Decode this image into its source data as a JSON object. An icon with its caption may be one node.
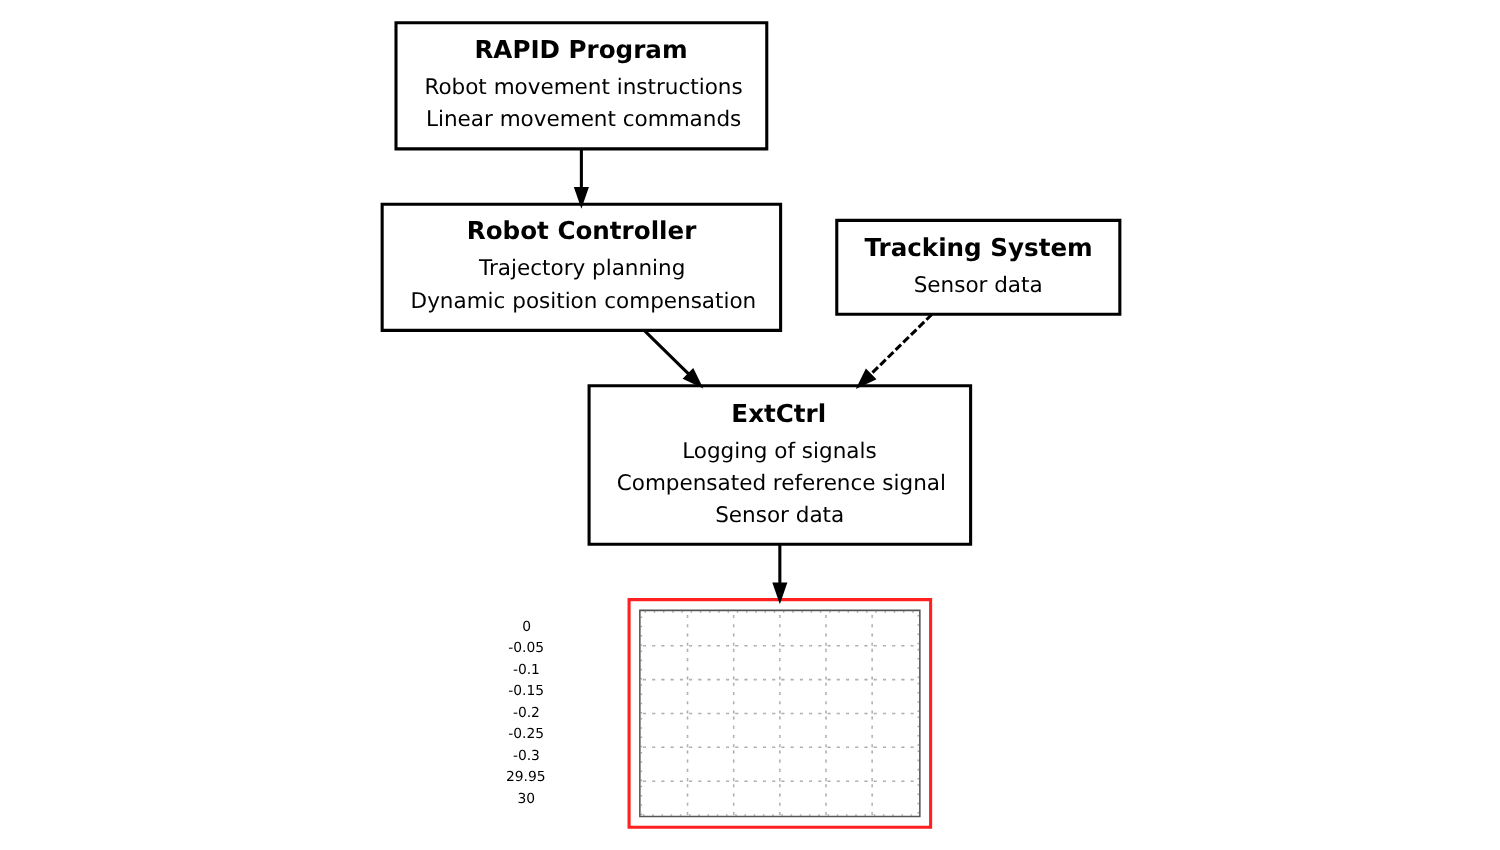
{
  "diagram": {
    "nodes": [
      {
        "text": [
          "RAPID Program",
          "Robot movement instructions",
          "Linear movement commands"
        ]
      },
      {
        "text": [
          "ExtCtrl",
          "Logging of signals",
          "Compensated reference signal",
          "Sensor data"
        ]
      },
      {
        "text": [
          "Robot Controller",
          "Trajectory planning",
          "Dynamic position compensation"
        ]
      },
      {
        "text": [
          "Tracking System",
          "Sensor data"
        ]
      },
      {
        "text": [],
        "shape": "picture"
      }
    ],
    "edges": [
      {
        "from": 0,
        "to": 2,
        "arrow": "to"
      },
      {
        "from": 2,
        "to": 1,
        "arrow": "to"
      },
      {
        "from": 3,
        "to": 1,
        "arrow": "to",
        "style": "dashed"
      },
      {
        "from": 1,
        "to": 4,
        "arrow": "to"
      }
    ],
    "labels": [
      "0",
      "-0.05",
      "-0.1",
      "-0.15",
      "-0.2",
      "-0.25",
      "-0.3",
      "29.95",
      "30"
    ]
  }
}
